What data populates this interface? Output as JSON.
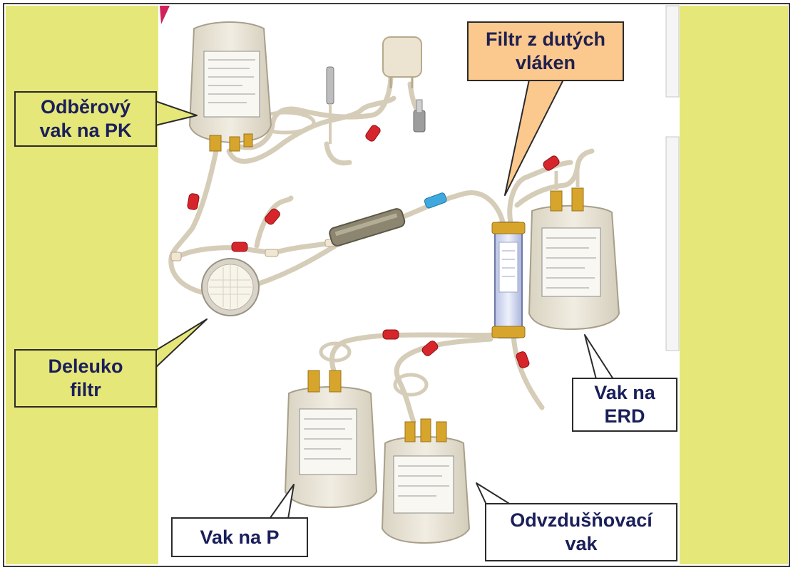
{
  "colors": {
    "side_panel": "#e6e779",
    "callout_fill": "#fbc98e",
    "label_text": "#1a1f5a",
    "tube": "#d8cfbd",
    "clamp": "#d7262b",
    "bag": "#e9e4d5",
    "port": "#d8a52c",
    "luer": "#3fa9dd"
  },
  "labels": {
    "collection_bag": "Odběrový\nvak na PK",
    "hollow_fiber_filter": "Filtr z dutých\nvláken",
    "deleuko_filter": "Deleuko\nfiltr",
    "erd_bag": "Vak na\nERD",
    "p_bag": "Vak na P",
    "deaeration_bag": "Odvzdušňovací\nvak"
  }
}
